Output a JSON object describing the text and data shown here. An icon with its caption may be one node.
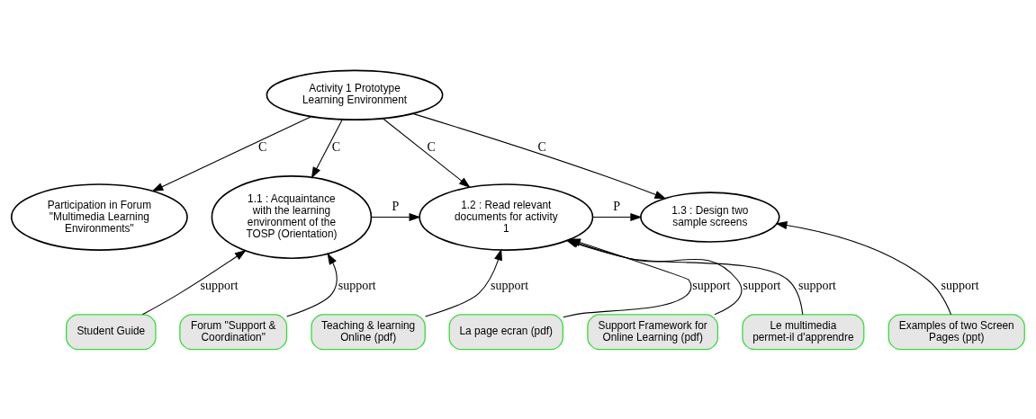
{
  "diagram": {
    "nodes": [
      {
        "text": [
          "Activity 1 Prototype Learning Environment"
        ]
      },
      {
        "text": [
          "Participation in Forum \"Multimedia Learning Environments\""
        ]
      },
      {
        "text": [
          "1.1 : Acquaintance with the learning environment of the TOSP (Orientation)"
        ]
      },
      {
        "text": [
          "1.2 : Read relevant documents for activity 1"
        ]
      },
      {
        "text": [
          "1.3 : Design two sample screens"
        ]
      },
      {
        "text": [
          "Student Guide"
        ]
      },
      {
        "text": [
          "Forum \"Support & Coordination\""
        ]
      },
      {
        "text": [
          "Teaching & learning Online (pdf)"
        ]
      },
      {
        "text": [
          "La page ecran (pdf)"
        ]
      },
      {
        "text": [
          "Support Framework for Online Learning (pdf)"
        ]
      },
      {
        "text": [
          "Le multimedia permet-il d'apprendre"
        ]
      },
      {
        "text": [
          "Examples of two Screen Pages (ppt)"
        ]
      }
    ],
    "edges": [
      {
        "from": 0,
        "to": 2,
        "arrow": "to",
        "label": "C"
      },
      {
        "from": 0,
        "to": 3,
        "arrow": "to",
        "label": "C"
      },
      {
        "from": 0,
        "to": 4,
        "arrow": "to",
        "label": "C"
      },
      {
        "from": 0,
        "to": 1,
        "arrow": "to",
        "label": "C"
      },
      {
        "from": 2,
        "to": 3,
        "arrow": "to",
        "label": "P"
      },
      {
        "from": 3,
        "to": 4,
        "arrow": "to",
        "label": "P"
      },
      {
        "from": 5,
        "to": 2,
        "arrow": "to",
        "label": "support"
      },
      {
        "from": 6,
        "to": 2,
        "arrow": "to",
        "label": "support"
      },
      {
        "from": 7,
        "to": 3,
        "arrow": "to",
        "label": "support"
      },
      {
        "from": 8,
        "to": 3,
        "arrow": "to",
        "label": "support"
      },
      {
        "from": 9,
        "to": 3,
        "arrow": "to",
        "label": "support"
      },
      {
        "from": 10,
        "to": 3,
        "arrow": "to",
        "label": "support"
      },
      {
        "from": 11,
        "to": 4,
        "arrow": "to",
        "label": "support"
      }
    ]
  }
}
